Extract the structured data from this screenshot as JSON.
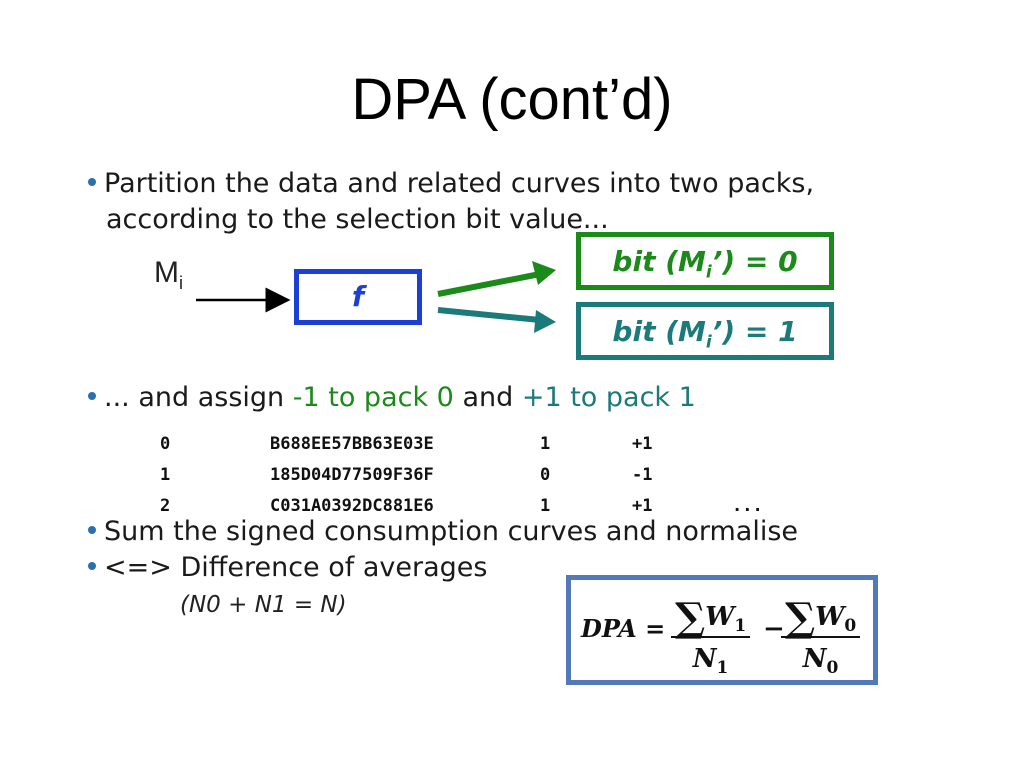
{
  "title": "DPA (cont’d)",
  "bullets": {
    "b1_line1": "Partition the data and related curves into two packs,",
    "b1_line2": "according to the selection bit value...",
    "b2_pre": "... and assign ",
    "b2_green": "-1 to pack 0",
    "b2_mid": " and ",
    "b2_teal": "+1 to pack 1",
    "b3": "Sum the signed consumption curves and normalise",
    "b4": "<=> Difference of averages",
    "b4_paren": "(N0 + N1 = N)"
  },
  "diagram": {
    "input_label": "M",
    "input_sub": "i",
    "function_label": "f",
    "bit0_prefix": "bit (M",
    "bit0_sub": "i",
    "bit0_suffix": "’) = 0",
    "bit1_prefix": "bit (M",
    "bit1_sub": "i",
    "bit1_suffix": "’) = 1"
  },
  "table": {
    "rows": [
      [
        "0",
        "B688EE57BB63E03E",
        "1",
        "+1",
        ""
      ],
      [
        "1",
        "185D04D77509F36F",
        "0",
        "-1",
        ""
      ],
      [
        "2",
        "C031A0392DC881E6",
        "1",
        "+1",
        "..."
      ]
    ]
  },
  "formula": {
    "lhs": "DPA =",
    "num1": "W",
    "num1_sub": "1",
    "den1": "N",
    "den1_sub": "1",
    "minus": "−",
    "num2": "W",
    "num2_sub": "0",
    "den2": "N",
    "den2_sub": "0",
    "sigma": "∑"
  },
  "colors": {
    "bullet": "#2b6fb0",
    "function_box": "#1d3fd6",
    "pack0": "#1b8a1b",
    "pack1": "#1b7a7a",
    "formula_border": "#5479b8"
  }
}
